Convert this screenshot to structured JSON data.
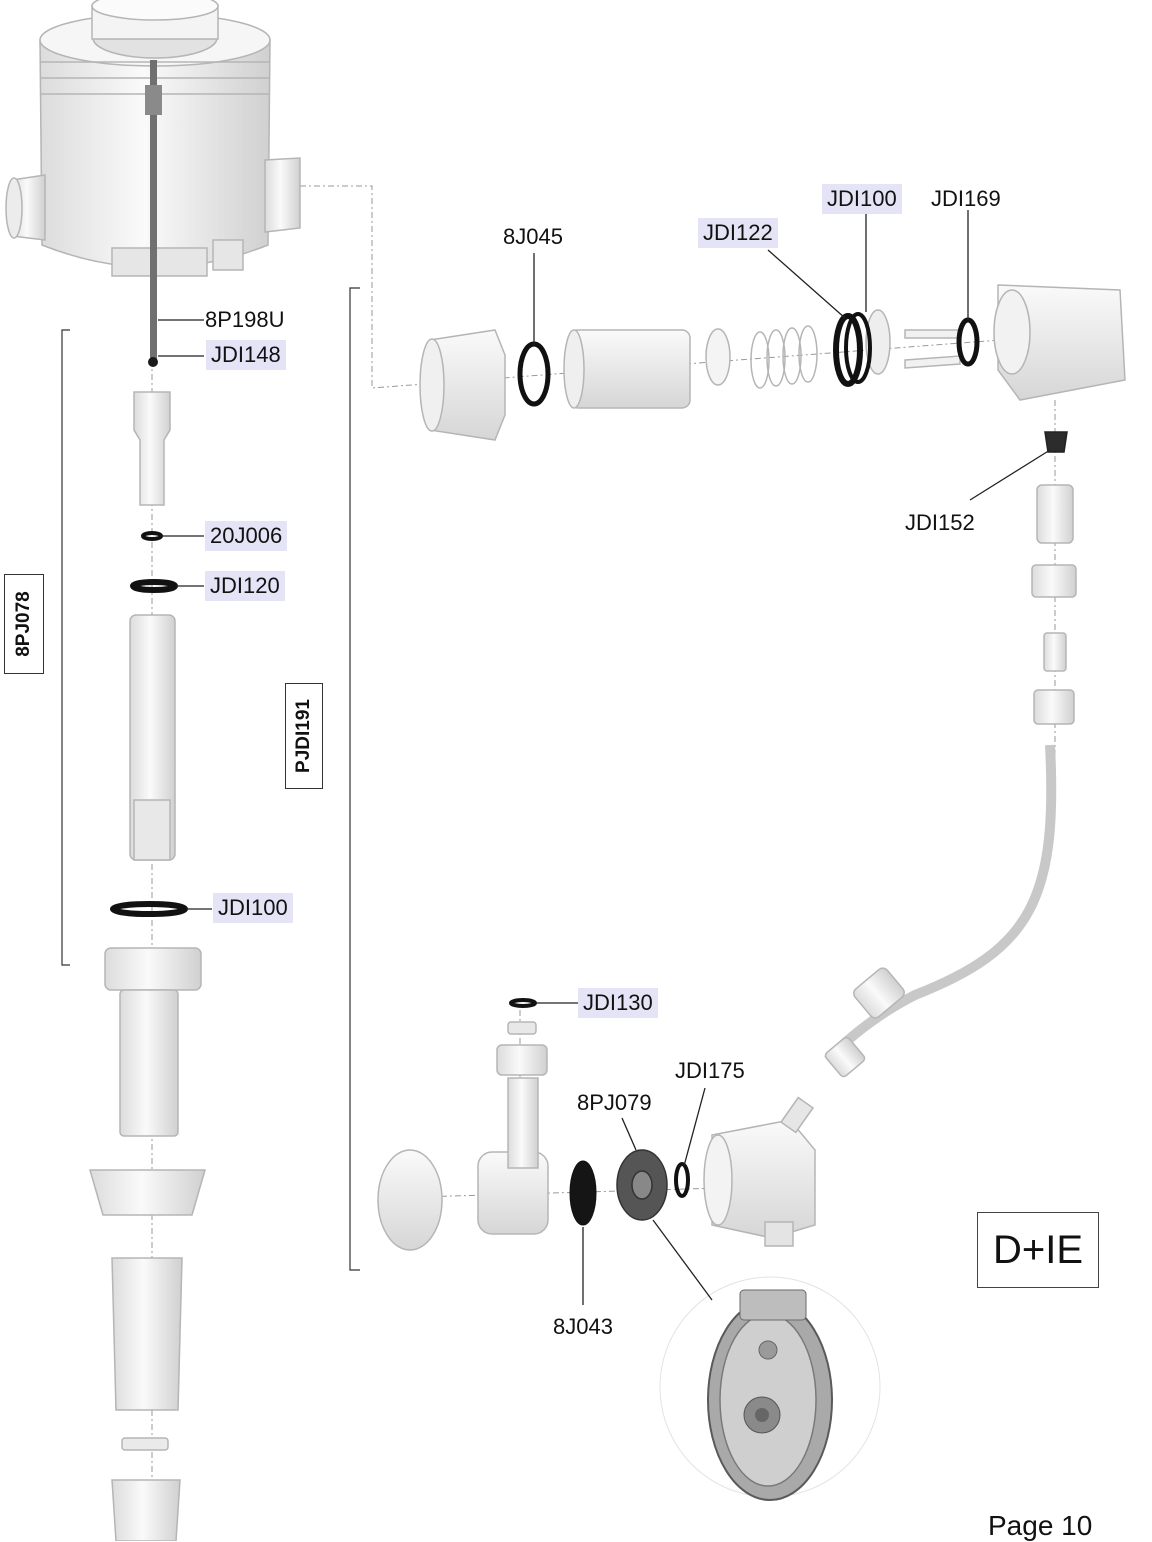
{
  "parts": {
    "p_8p198u": "8P198U",
    "p_jdi148": "JDI148",
    "p_20j006": "20J006",
    "p_jdi120": "JDI120",
    "p_jdi100_left": "JDI100",
    "p_8j045": "8J045",
    "p_jdi122": "JDI122",
    "p_jdi100_top": "JDI100",
    "p_jdi169": "JDI169",
    "p_jdi152": "JDI152",
    "p_jdi130": "JDI130",
    "p_jdi175": "JDI175",
    "p_8pj079": "8PJ079",
    "p_8j043": "8J043"
  },
  "kits": {
    "kit_8pj078": "8PJ078",
    "kit_pjdi191": "PJDI191"
  },
  "model": "D+IE",
  "page": "Page 10",
  "colors": {
    "label_highlight": "#e4e4f6",
    "part_body": "#f1f1f1",
    "part_edge": "#b5b5b5",
    "seal": "#111111",
    "leader": "#222222"
  }
}
